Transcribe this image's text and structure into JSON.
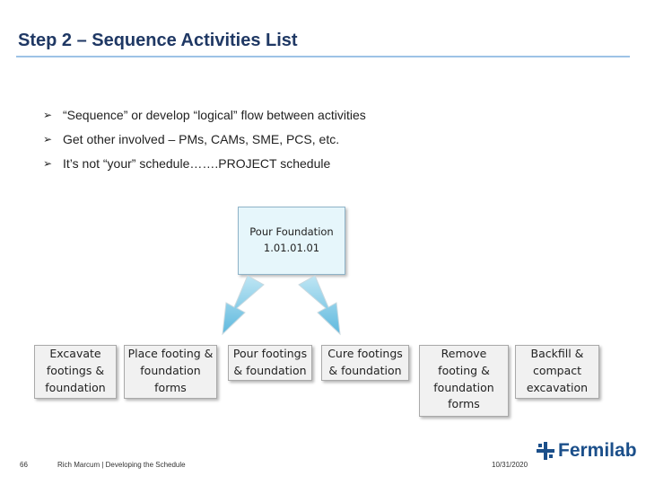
{
  "slide": {
    "title": "Step 2 – Sequence Activities List",
    "bullets": [
      "“Sequence” or develop “logical” flow between activities",
      "Get other involved – PMs, CAMs, SME, PCS, etc.",
      "It’s not “your” schedule…….PROJECT schedule"
    ]
  },
  "diagram": {
    "top_box": {
      "line1": "Pour Foundation",
      "line2": "1.01.01.01"
    },
    "activities": [
      "Excavate\nfootings &\nfoundation",
      "Place footing &\nfoundation\nforms",
      "Pour footings\n& foundation",
      "Cure footings\n& foundation",
      "Remove\nfooting &\nfoundation\nforms",
      "Backfill &\ncompact\nexcavation"
    ],
    "colors": {
      "arrow_fill": "#7fcbe6",
      "box_fill": "#f1f1f1",
      "top_box_fill": "#e6f6fb"
    }
  },
  "footer": {
    "page_number": "66",
    "author": "Rich Marcum | Developing the Schedule",
    "date": "10/31/2020",
    "logo_text": "Fermilab"
  }
}
